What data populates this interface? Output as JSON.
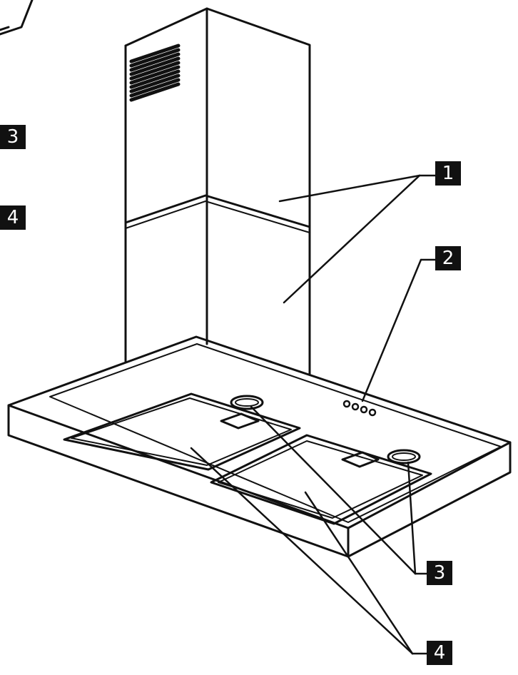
{
  "diagram": {
    "colors": {
      "stroke": "#111111",
      "background": "#ffffff",
      "label_fill": "#111111",
      "label_text": "#ffffff"
    },
    "callouts": [
      {
        "id": "1",
        "text": "1"
      },
      {
        "id": "2",
        "text": "2"
      },
      {
        "id": "3",
        "text": "3"
      },
      {
        "id": "4",
        "text": "4"
      }
    ],
    "side_labels": [
      {
        "text": "3"
      },
      {
        "text": "4"
      }
    ]
  }
}
